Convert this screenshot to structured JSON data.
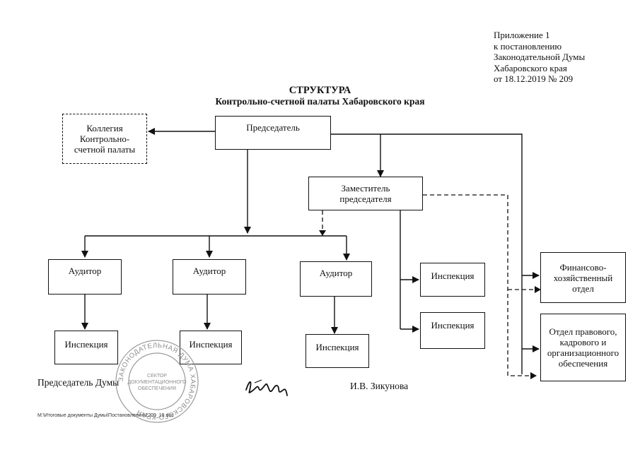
{
  "annex": [
    "Приложение 1",
    "к постановлению",
    "Законодательной Думы",
    "Хабаровского края",
    "от 18.12.2019 № 209"
  ],
  "title": "СТРУКТУРА",
  "subtitle": "Контрольно-счетной палаты Хабаровского края",
  "boxes": {
    "chairman": "Председатель",
    "collegium": [
      "Коллегия",
      "Контрольно-",
      "счетной палаты"
    ],
    "deputy": [
      "Заместитель",
      "председателя"
    ],
    "auditor_1": "Аудитор",
    "auditor_2": "Аудитор",
    "auditor_3": "Аудитор",
    "inspection_1": "Инспекция",
    "inspection_2": "Инспекция",
    "inspection_3": "Инспекция",
    "inspection_4": "Инспекция",
    "inspection_5": "Инспекция",
    "finance": [
      "Финансово-",
      "хозяйственный",
      "отдел"
    ],
    "legal": [
      "Отдел правового,",
      "кадрового и",
      "организационного",
      "обеспечения"
    ]
  },
  "signature": {
    "position": "Председатель Думы",
    "name": "И.В. Зикунова",
    "stamp_outer": "ЗАКОНОДАТЕЛЬНАЯ ДУМА ХАБАРОВСКОГО КРАЯ",
    "stamp_inner": [
      "СЕКТОР",
      "ДОКУМЕНТАЦИОННОГО",
      "ОБЕСПЕЧЕНИЯ"
    ]
  },
  "file_path": "M:\\Итоговые документы Думы\\Постановления\\2209_19.doc"
}
